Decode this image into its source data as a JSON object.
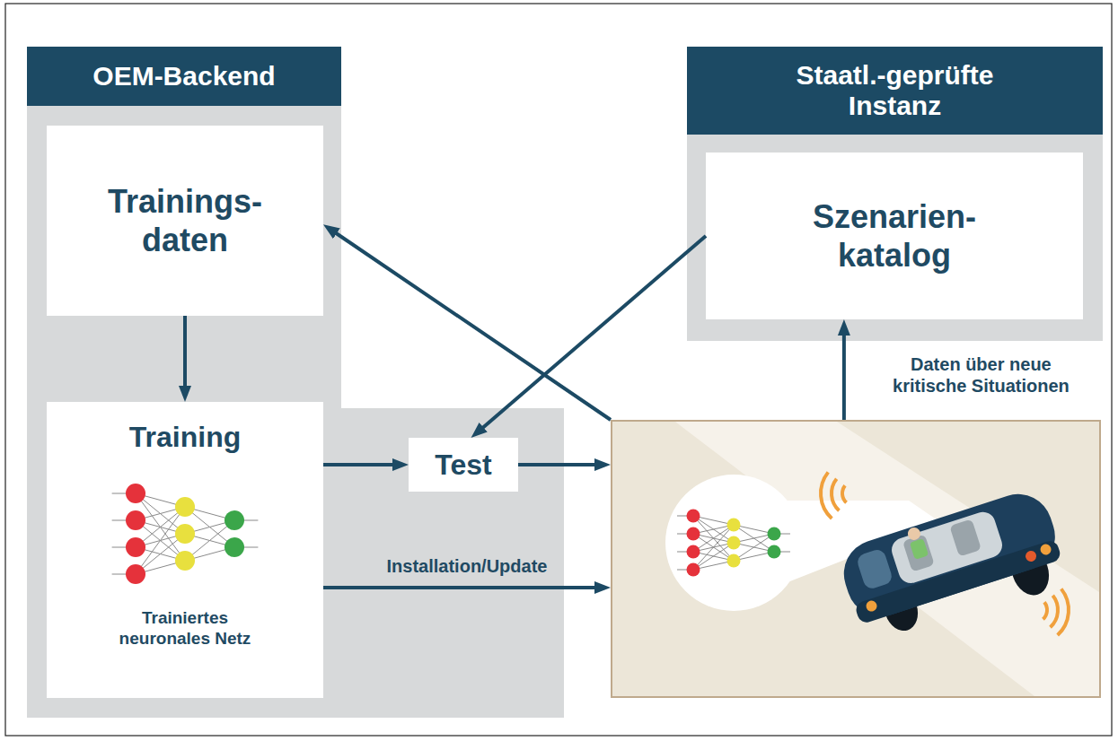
{
  "diagram": {
    "nodes": [
      {
        "text": [
          "OEM-Backend"
        ]
      },
      {
        "text": [
          "Trainings- daten"
        ],
        "in": 0
      },
      {
        "text": [
          "Training",
          "Trainiertes neuronales Netz"
        ],
        "in": 0
      },
      {
        "text": [
          "Test"
        ],
        "in": 0
      },
      {
        "text": [
          "Staatl.-geprüfte Instanz"
        ]
      },
      {
        "text": [
          "Szenarien- katalog"
        ],
        "in": 4
      },
      {
        "text": []
      }
    ],
    "edges": [
      {
        "from": 1,
        "to": 2,
        "arrow": "to"
      },
      {
        "from": 2,
        "to": 3,
        "arrow": "to"
      },
      {
        "from": 3,
        "to": 6,
        "arrow": "to"
      },
      {
        "from": 2,
        "to": 6,
        "label": "Installation/Update",
        "arrow": "to"
      },
      {
        "from": 5,
        "to": 3,
        "arrow": "to"
      },
      {
        "from": 6,
        "to": 1,
        "arrow": "to"
      },
      {
        "from": 6,
        "to": 5,
        "label": "Daten über neue kritische Situationen",
        "arrow": "to"
      }
    ]
  }
}
